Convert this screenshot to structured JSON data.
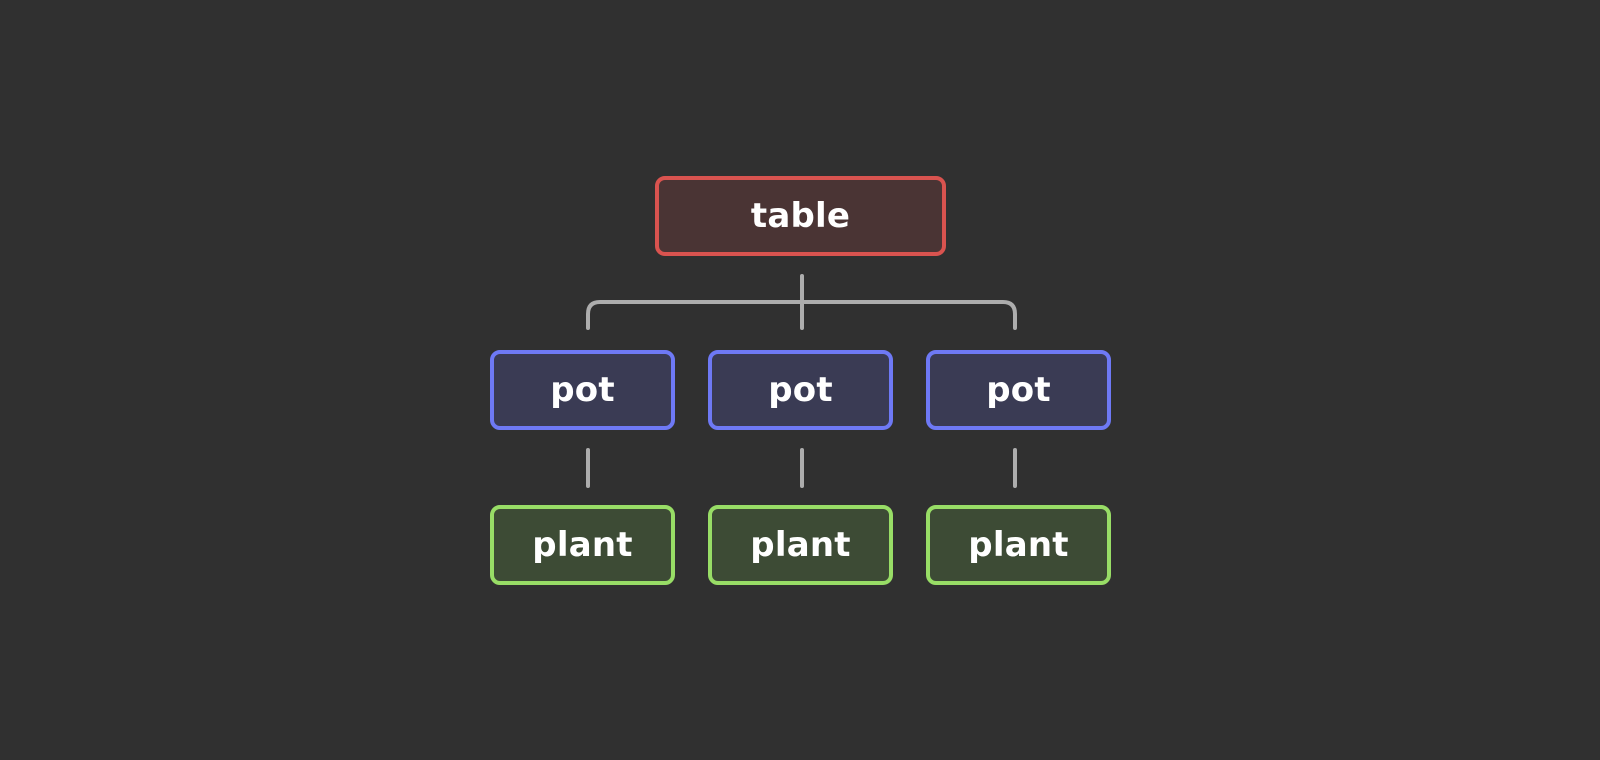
{
  "diagram": {
    "root": {
      "label": "table"
    },
    "pots": [
      {
        "label": "pot"
      },
      {
        "label": "pot"
      },
      {
        "label": "pot"
      }
    ],
    "plants": [
      {
        "label": "plant"
      },
      {
        "label": "plant"
      },
      {
        "label": "plant"
      }
    ]
  },
  "colors": {
    "background": "#303030",
    "root_border": "#d9534f",
    "root_fill": "#4a3434",
    "pot_border": "#6e79f5",
    "pot_fill": "#3a3b54",
    "plant_border": "#98dd66",
    "plant_fill": "#3d4b35",
    "connector": "#adadad",
    "text": "#ffffff"
  }
}
